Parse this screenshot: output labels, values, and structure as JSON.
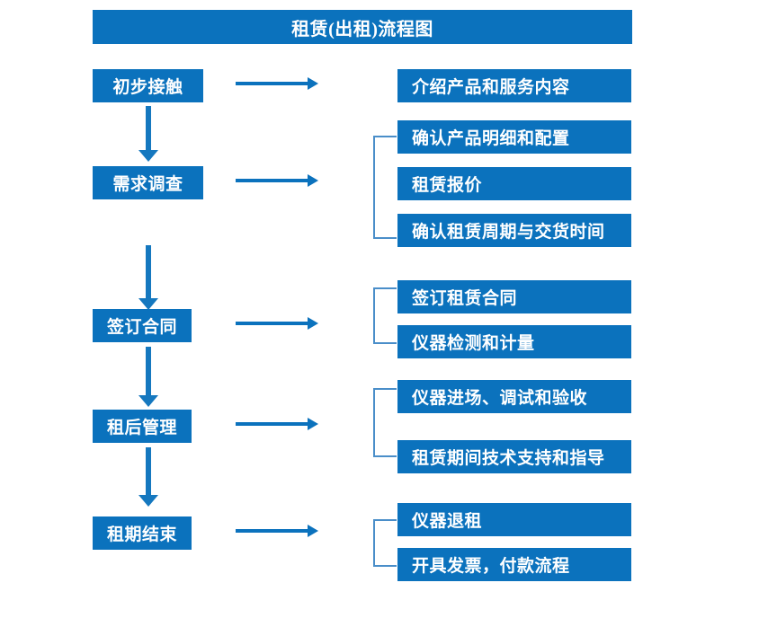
{
  "diagram": {
    "title": "租赁(出租)流程图",
    "accent_color": "#0b72bd",
    "bracket_color": "#4a8ec9",
    "text_color": "#ffffff",
    "background_color": "#ffffff",
    "stages": [
      {
        "id": "stage-1",
        "label": "初步接触",
        "details": [
          "介绍产品和服务内容"
        ],
        "has_bracket": false
      },
      {
        "id": "stage-2",
        "label": "需求调查",
        "details": [
          "确认产品明细和配置",
          "租赁报价",
          "确认租赁周期与交货时间"
        ],
        "has_bracket": true
      },
      {
        "id": "stage-3",
        "label": "签订合同",
        "details": [
          "签订租赁合同",
          "仪器检测和计量"
        ],
        "has_bracket": true
      },
      {
        "id": "stage-4",
        "label": "租后管理",
        "details": [
          "仪器进场、调试和验收",
          "租赁期间技术支持和指导"
        ],
        "has_bracket": true
      },
      {
        "id": "stage-5",
        "label": "租期结束",
        "details": [
          "仪器退租",
          "开具发票，付款流程"
        ],
        "has_bracket": true
      }
    ]
  }
}
